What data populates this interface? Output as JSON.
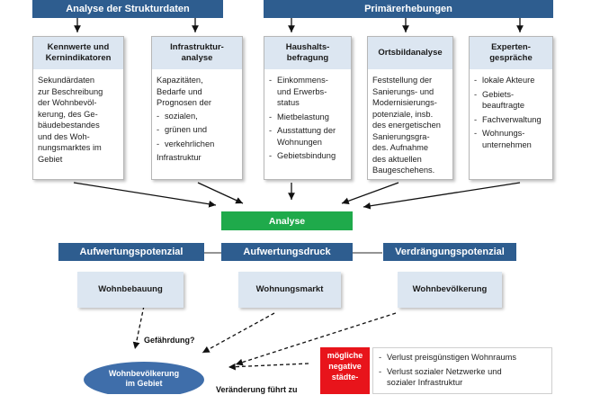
{
  "top_headers": {
    "left": "Analyse der Strukturdaten",
    "right": "Primärerhebungen"
  },
  "columns": [
    {
      "title": "Kennwerte und\nKernindikatoren",
      "text": "Sekundärdaten\nzur Beschreibung\nder Wohnbevöl-\nkerung, des Ge-\nbäudebestandes\nund des Woh-\nnungsmarktes im\nGebiet"
    },
    {
      "title": "Infrastruktur-\nanalyse",
      "text_intro": "Kapazitäten,\nBedarfe und\nPrognosen der",
      "items": [
        "sozialen,",
        "grünen und",
        "verkehrlichen"
      ],
      "text_outro": "Infrastruktur"
    },
    {
      "title": "Haushalts-\nbefragung",
      "items": [
        "Einkommens-\nund Erwerbs-\nstatus",
        "Mietbelastung",
        "Ausstattung der\nWohnungen",
        "Gebietsbindung"
      ]
    },
    {
      "title": "Ortsbildanalyse",
      "text": "Feststellung der\nSanierungs- und\nModernisierungs-\npotenziale, insb.\ndes energetischen\nSanierungsgra-\ndes. Aufnahme\ndes aktuellen\nBaugeschehens."
    },
    {
      "title": "Experten-\ngespräche",
      "items": [
        "lokale Akteure",
        "Gebiets-\nbeauftragte",
        "Fachverwaltung",
        "Wohnungs-\nunternehmen"
      ]
    }
  ],
  "analyse": "Analyse",
  "factors": [
    {
      "title": "Aufwertungspotenzial",
      "sub": "Wohnbebauung"
    },
    {
      "title": "Aufwertungsdruck",
      "sub": "Wohnungsmarkt"
    },
    {
      "title": "Verdrängungspotenzial",
      "sub": "Wohnbevölkerung"
    }
  ],
  "gefaehrdung": "Gefährdung?",
  "population": "Wohnbevölkerung\nim Gebiet",
  "veraenderung": "Veränderung führt zu",
  "consequences": {
    "label": "mögliche\nnegative\nstädte-",
    "items": [
      "Verlust preisgünstigen Wohnraums",
      "Verlust sozialer Netzwerke und\nsozialer Infrastruktur"
    ]
  },
  "colors": {
    "header": "#2e5d8f",
    "subheader": "#dce6f1",
    "analyse": "#1faa4b",
    "warning": "#e8141b",
    "ellipse": "#3f6eaa"
  }
}
